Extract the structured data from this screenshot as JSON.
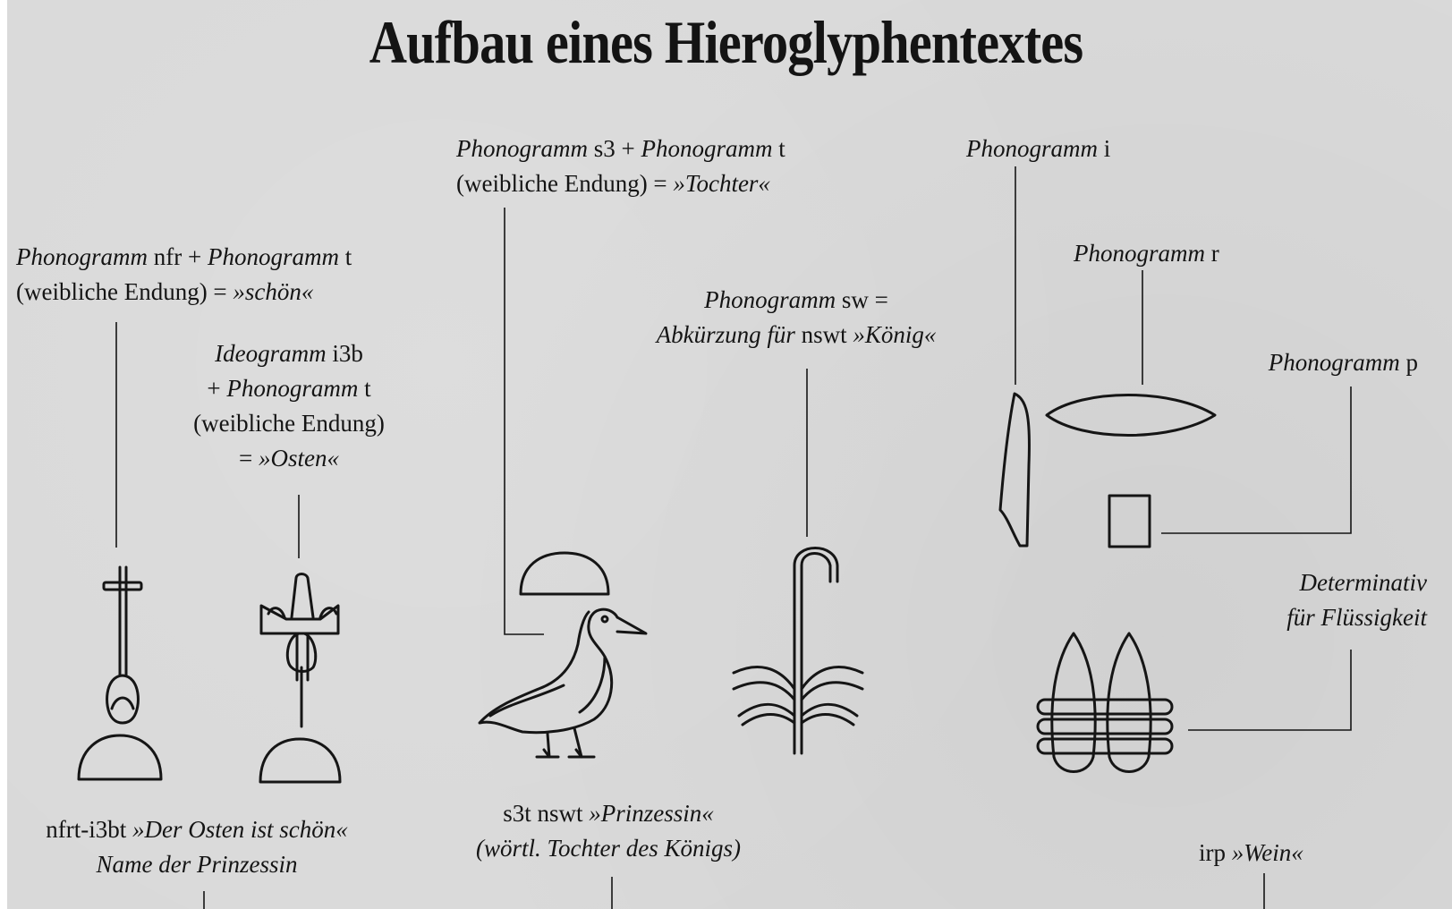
{
  "title": "Aufbau eines Hieroglyphentextes",
  "labels": {
    "nfr": {
      "line1_i1": "Phonogramm",
      "line1_t1": " nfr + ",
      "line1_i2": "Phonogramm",
      "line1_t2": " t",
      "line2_t": "(weibliche Endung) = ",
      "line2_i": "»schön«"
    },
    "i3b": {
      "line1_i": "Ideogramm",
      "line1_t": " i3b",
      "line2_t": "+ ",
      "line2_i": "Phonogramm",
      "line2_t2": " t",
      "line3": "(weibliche Endung)",
      "line4_t": "= ",
      "line4_i": "»Osten«"
    },
    "s3": {
      "line1_i1": "Phonogramm",
      "line1_t1": " s3 + ",
      "line1_i2": "Phonogramm",
      "line1_t2": " t",
      "line2_t": "(weibliche Endung) = ",
      "line2_i": "»Tochter«"
    },
    "sw": {
      "line1_i": "Phonogramm",
      "line1_t": " sw =",
      "line2_i": "Abkürzung für",
      "line2_t": " nswt ",
      "line2_i2": "»König«"
    },
    "i": {
      "label_i": "Phonogramm",
      "label_t": " i"
    },
    "r": {
      "label_i": "Phonogramm",
      "label_t": " r"
    },
    "p": {
      "label_i": "Phonogramm",
      "label_t": " p"
    },
    "det": {
      "line1": "Determinativ",
      "line2": "für Flüssigkeit"
    }
  },
  "words": {
    "nfrt": {
      "line1_t": "nfrt-i3bt ",
      "line1_i": "»Der Osten ist schön«",
      "line2": "Name der Prinzessin"
    },
    "s3t": {
      "line1_t": "s3t nswt ",
      "line1_i": "»Prinzessin«",
      "line2": "(wörtl. Tochter des Königs)"
    },
    "irp": {
      "line1_t": "irp ",
      "line1_i": "»Wein«"
    }
  },
  "glyphs": [
    "nfr-heart-windpipe",
    "bread-loaf-t",
    "i3b-east-sign",
    "bread-loaf-t",
    "bread-loaf-t",
    "pintail-duck-s3",
    "sedge-plant-sw",
    "reed-leaf-i",
    "mouth-r",
    "stool-p",
    "wine-jars-determinative"
  ],
  "colors": {
    "paper": "#d9d9d9",
    "ink": "#151515"
  }
}
